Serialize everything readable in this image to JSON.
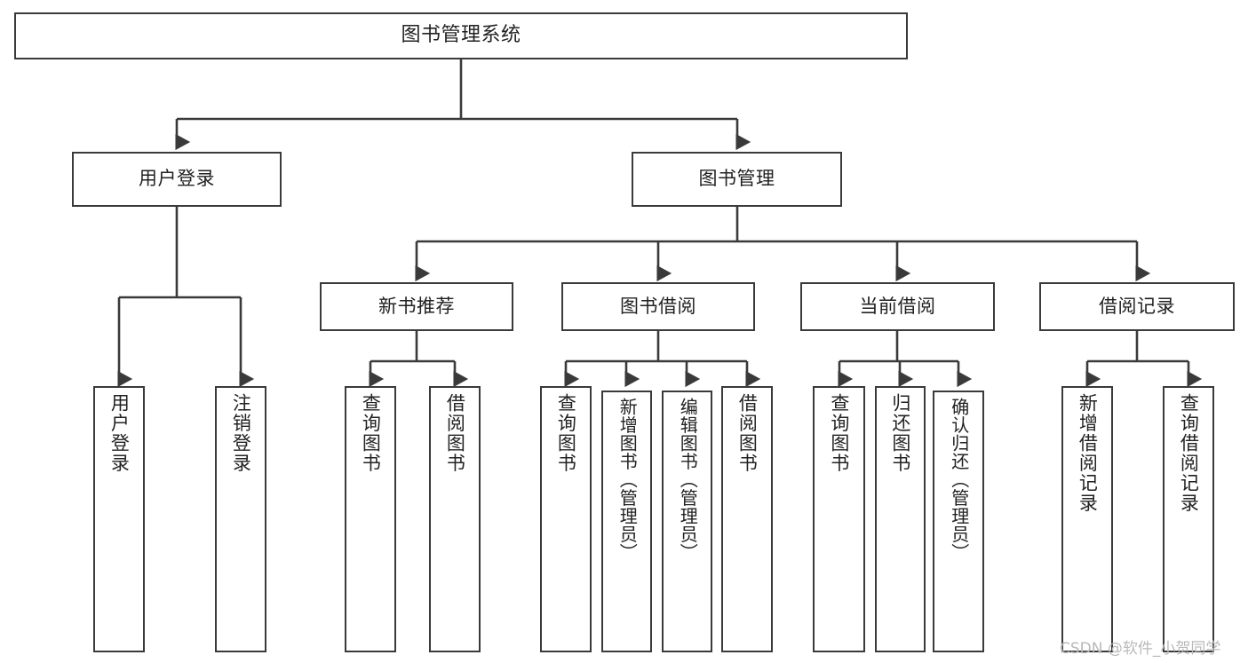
{
  "diagram": {
    "title": "图书管理系统",
    "type": "tree",
    "root": {
      "id": "root",
      "label": "图书管理系统"
    },
    "level2": [
      {
        "id": "user-login",
        "label": "用户登录"
      },
      {
        "id": "book-manage",
        "label": "图书管理"
      }
    ],
    "level3": [
      {
        "id": "new-book-rec",
        "label": "新书推荐",
        "parent": "book-manage"
      },
      {
        "id": "book-borrow",
        "label": "图书借阅",
        "parent": "book-manage"
      },
      {
        "id": "current-borrow",
        "label": "当前借阅",
        "parent": "book-manage"
      },
      {
        "id": "borrow-record",
        "label": "借阅记录",
        "parent": "book-manage"
      }
    ],
    "leaves": [
      {
        "id": "leaf-user-login",
        "label": "用户登录",
        "parent": "user-login"
      },
      {
        "id": "leaf-logout-login",
        "label": "注销登录",
        "parent": "user-login"
      },
      {
        "id": "leaf-query-book-1",
        "label": "查询图书",
        "parent": "new-book-rec"
      },
      {
        "id": "leaf-borrow-book-1",
        "label": "借阅图书",
        "parent": "new-book-rec"
      },
      {
        "id": "leaf-query-book-2",
        "label": "查询图书",
        "parent": "book-borrow"
      },
      {
        "id": "leaf-add-book",
        "label": "新增图书（管理员）",
        "parent": "book-borrow"
      },
      {
        "id": "leaf-edit-book",
        "label": "编辑图书（管理员）",
        "parent": "book-borrow"
      },
      {
        "id": "leaf-borrow-book-2",
        "label": "借阅图书",
        "parent": "book-borrow"
      },
      {
        "id": "leaf-query-book-3",
        "label": "查询图书",
        "parent": "current-borrow"
      },
      {
        "id": "leaf-return-book",
        "label": "归还图书",
        "parent": "current-borrow"
      },
      {
        "id": "leaf-confirm-return",
        "label": "确认归还（管理员）",
        "parent": "current-borrow"
      },
      {
        "id": "leaf-add-record",
        "label": "新增借阅记录",
        "parent": "borrow-record"
      },
      {
        "id": "leaf-query-record",
        "label": "查询借阅记录",
        "parent": "borrow-record"
      }
    ]
  },
  "watermark": {
    "text": "CSDN @软件_小贺同学"
  },
  "colors": {
    "border": "#3a3a3a",
    "text": "#222222",
    "background": "#ffffff",
    "watermark": "#b9b9b9"
  }
}
